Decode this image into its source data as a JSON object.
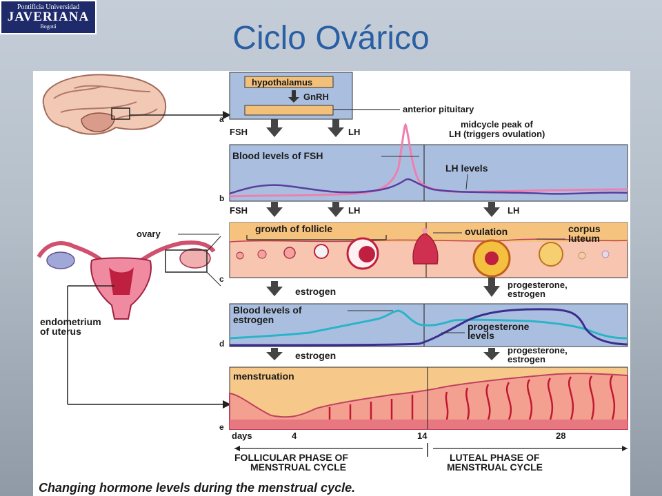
{
  "logo": {
    "line1": "Pontificia Universidad",
    "line2": "JAVERIANA",
    "line3": "Bogotá"
  },
  "title": "Ciclo Ovárico",
  "caption": "Changing hormone levels during the menstrual cycle.",
  "panels": {
    "a": {
      "letter": "a",
      "hypothalamus": "hypothalamus",
      "gnrh": "GnRH",
      "anterior_pituitary": "anterior pituitary",
      "fsh": "FSH",
      "lh": "LH",
      "peak_line1": "midcycle peak of",
      "peak_line2": "LH (triggers ovulation)"
    },
    "b": {
      "letter": "b",
      "fsh_label": "Blood levels of FSH",
      "lh_label": "LH levels",
      "fsh": "FSH",
      "lh": "LH",
      "lh2": "LH"
    },
    "c": {
      "letter": "c",
      "growth": "growth of follicle",
      "ovulation": "ovulation",
      "corpus_line1": "corpus",
      "corpus_line2": "luteum",
      "ovary": "ovary",
      "estrogen": "estrogen",
      "prog_line1": "progesterone,",
      "prog_line2": "estrogen"
    },
    "d": {
      "letter": "d",
      "estrogen_line1": "Blood levels of",
      "estrogen_line2": "estrogen",
      "progesterone_line1": "progesterone",
      "progesterone_line2": "levels",
      "estrogen": "estrogen",
      "prog_line1": "progesterone,",
      "prog_line2": "estrogen"
    },
    "e": {
      "letter": "e",
      "menstruation": "menstruation",
      "endometrium_line1": "endometrium",
      "endometrium_line2": "of uterus",
      "days": "days",
      "day4": "4",
      "day14": "14",
      "day28": "28"
    }
  },
  "phases": {
    "follicular_line1": "FOLLICULAR PHASE OF",
    "follicular_line2": "MENSTRUAL CYCLE",
    "luteal_line1": "LUTEAL PHASE OF",
    "luteal_line2": "MENSTRUAL CYCLE"
  },
  "colors": {
    "panel_blue": "#aabfe0",
    "pituitary_box": "#f3c07a",
    "lh_curve": "#ee7fb0",
    "fsh_curve": "#5a3d9c",
    "estrogen_curve": "#2bb3c8",
    "progesterone_curve": "#3a2d8c",
    "title_blue": "#2a5fa3"
  }
}
